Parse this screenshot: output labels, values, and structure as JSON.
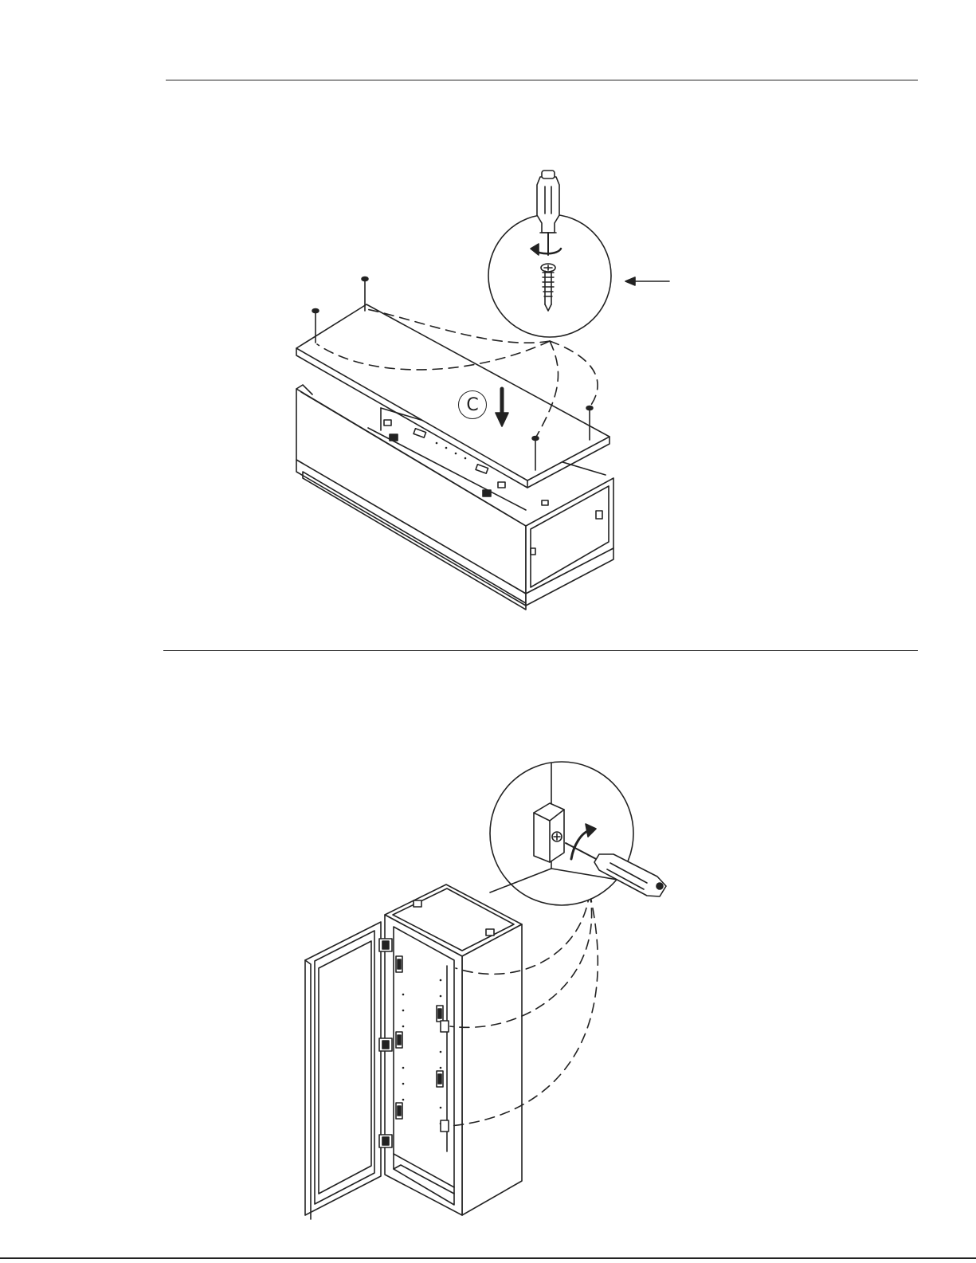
{
  "page": {
    "sections": [
      {
        "id": "step-top",
        "illustration": "assembling-top-panel",
        "callout_label": "C",
        "icons": [
          "screwdriver-icon",
          "screw-icon",
          "arrow-down-icon",
          "arrow-left-icon"
        ]
      },
      {
        "id": "step-bottom",
        "illustration": "tightening-cam-locks-on-cabinet",
        "icons": [
          "screwdriver-icon",
          "cam-lock-icon",
          "rotate-arrow-icon"
        ]
      }
    ]
  }
}
